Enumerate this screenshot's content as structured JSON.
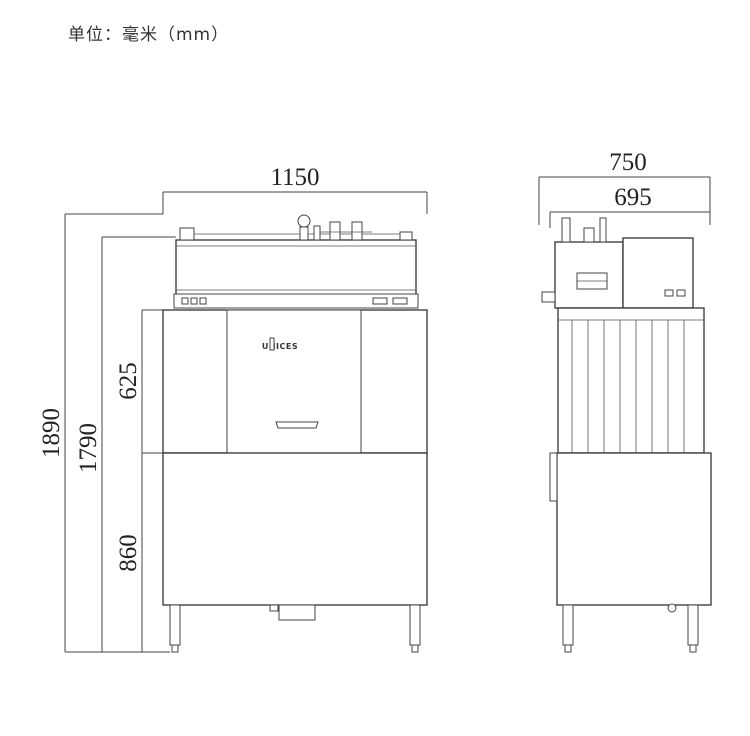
{
  "unit_label": "单位：毫米（mm）",
  "dimensions": {
    "front_width": "1150",
    "side_width": "750",
    "side_inner_width": "695",
    "total_height": "1890",
    "body_height": "1790",
    "upper_height": "625",
    "lower_height": "860"
  },
  "brand": "UNICES"
}
